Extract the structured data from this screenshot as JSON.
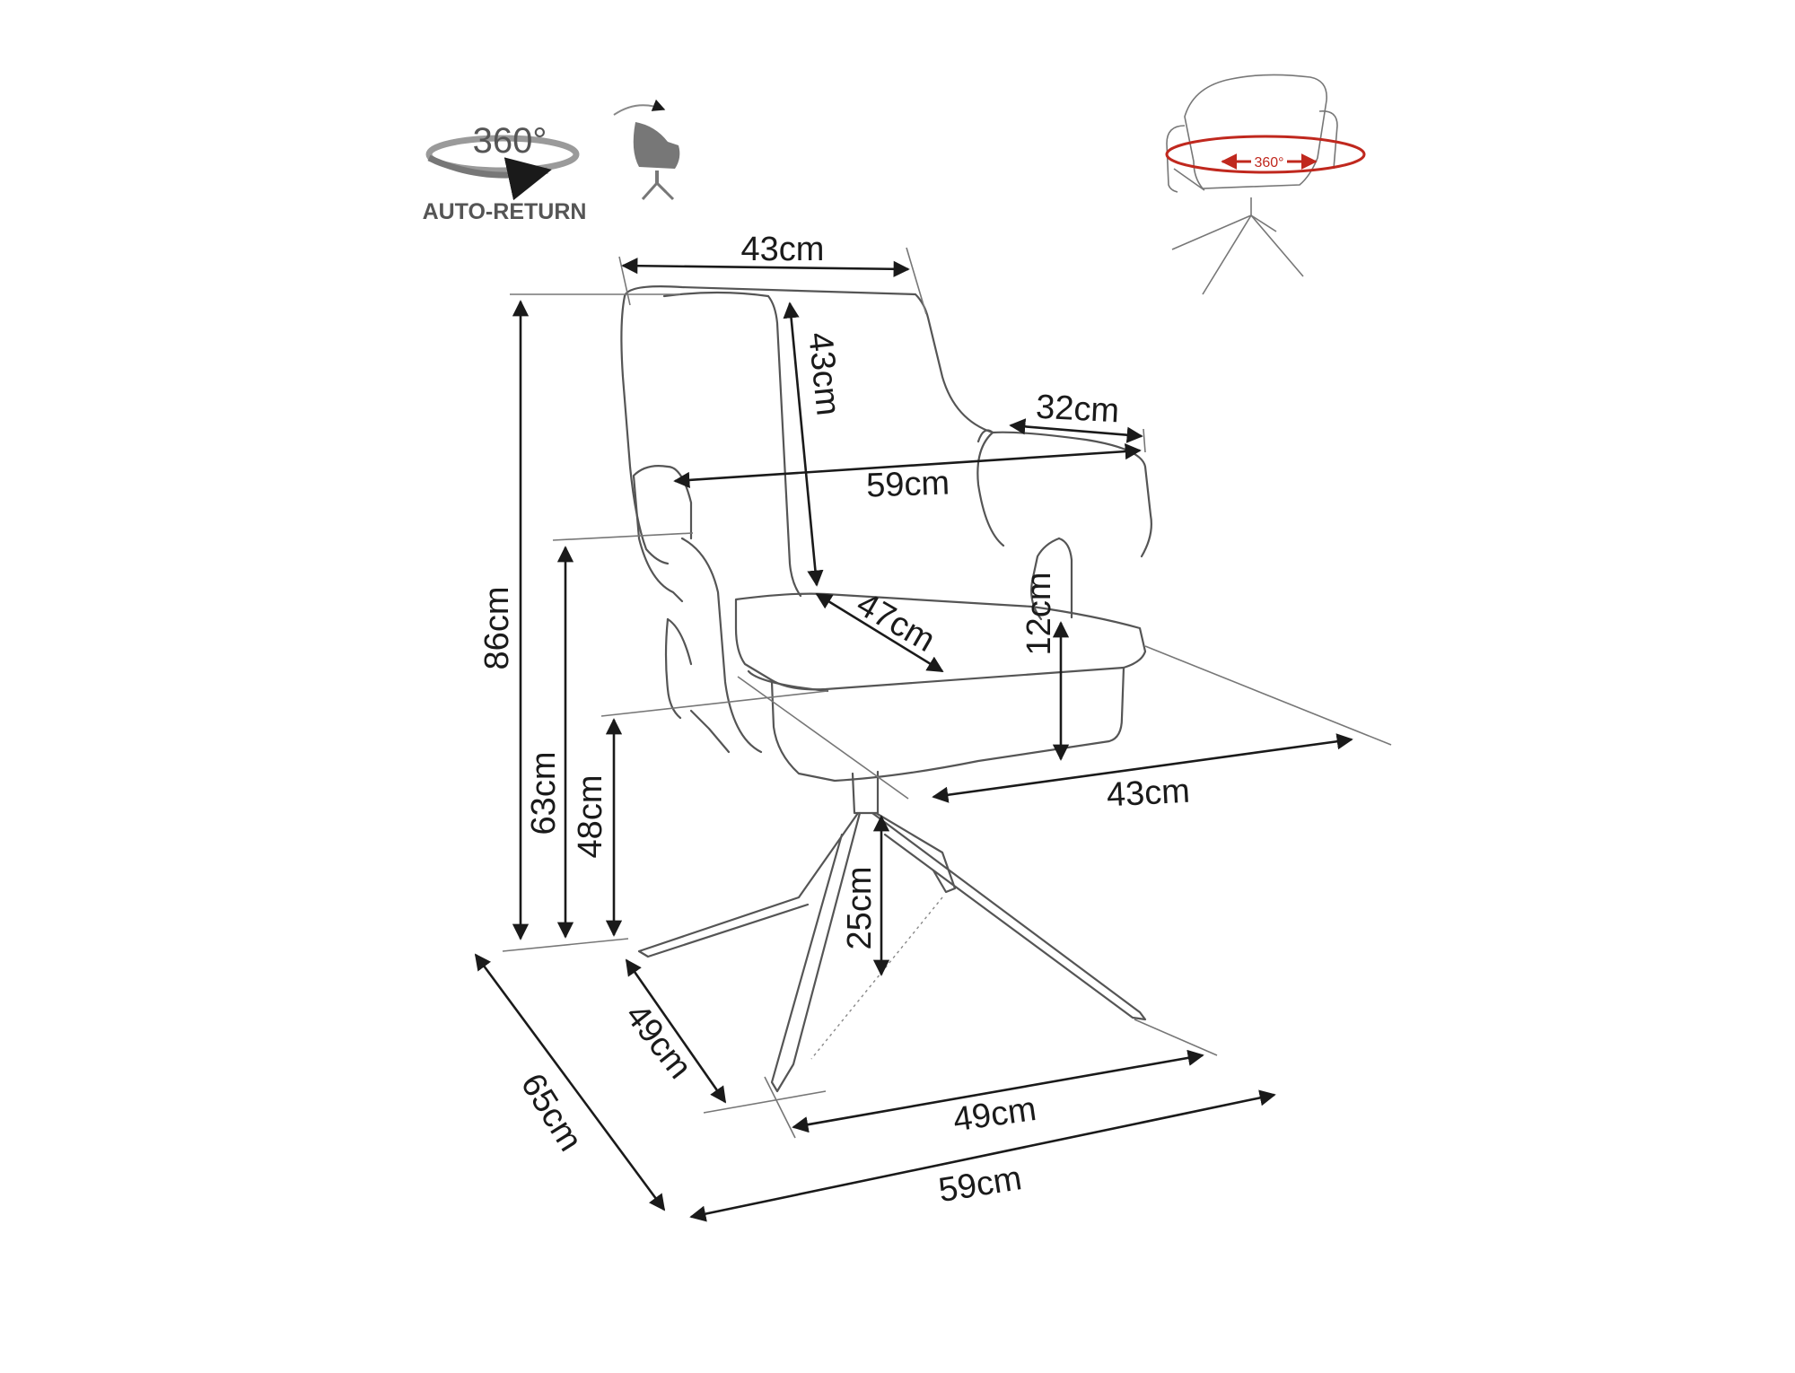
{
  "icons": {
    "rotation_label": "360°",
    "auto_return_label": "AUTO-RETURN",
    "preview_rotation_label": "360°"
  },
  "dimensions": {
    "back_width_top": "43cm",
    "back_height": "43cm",
    "armrest_depth": "32cm",
    "width_at_arms": "59cm",
    "total_height": "86cm",
    "seat_depth": "47cm",
    "armrest_height": "12cm",
    "seat_width": "43cm",
    "arm_height_from_floor": "63cm",
    "seat_height": "48cm",
    "leg_clearance": "25cm",
    "base_depth": "49cm",
    "total_depth": "65cm",
    "base_width": "49cm",
    "total_width": "59cm"
  },
  "colors": {
    "line": "#555555",
    "dim_text": "#1a1a1a",
    "accent_red": "#c0281e"
  }
}
